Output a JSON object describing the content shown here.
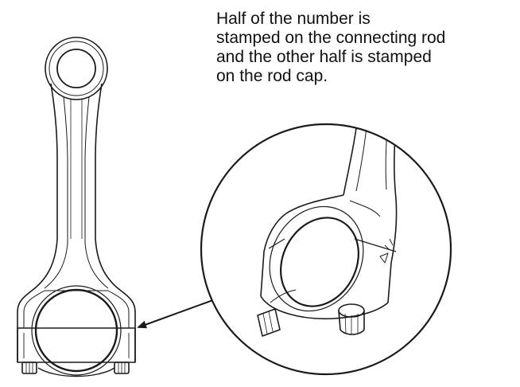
{
  "callout": {
    "lines": [
      "Half of the number is",
      "stamped on the connecting rod",
      "and the other half is stamped",
      "on the rod cap."
    ]
  },
  "colors": {
    "line": "#1a1a1a",
    "background": "#ffffff"
  },
  "icons": {
    "pointer": "arrow-left-icon"
  }
}
